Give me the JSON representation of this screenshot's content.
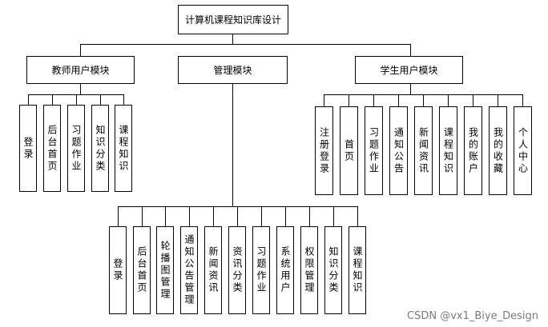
{
  "root": "计算机课程知识库设计",
  "modules": {
    "teacher": {
      "title": "教师用户模块",
      "items": [
        "登录",
        "后台首页",
        "习题作业",
        "知识分类",
        "课程知识"
      ]
    },
    "admin": {
      "title": "管理模块",
      "items": [
        "登录",
        "后台首页",
        "轮播图管理",
        "通知公告管理",
        "新闻资讯",
        "资讯分类",
        "习题作业",
        "系统用户",
        "权限管理",
        "知识分类",
        "课程知识"
      ]
    },
    "student": {
      "title": "学生用户模块",
      "items": [
        "注册登录",
        "首页",
        "习题作业",
        "通知公告",
        "新闻资讯",
        "课程知识",
        "我的账户",
        "我的收藏",
        "个人中心"
      ]
    }
  },
  "watermark": "CSDN @vx1_Biye_Design"
}
